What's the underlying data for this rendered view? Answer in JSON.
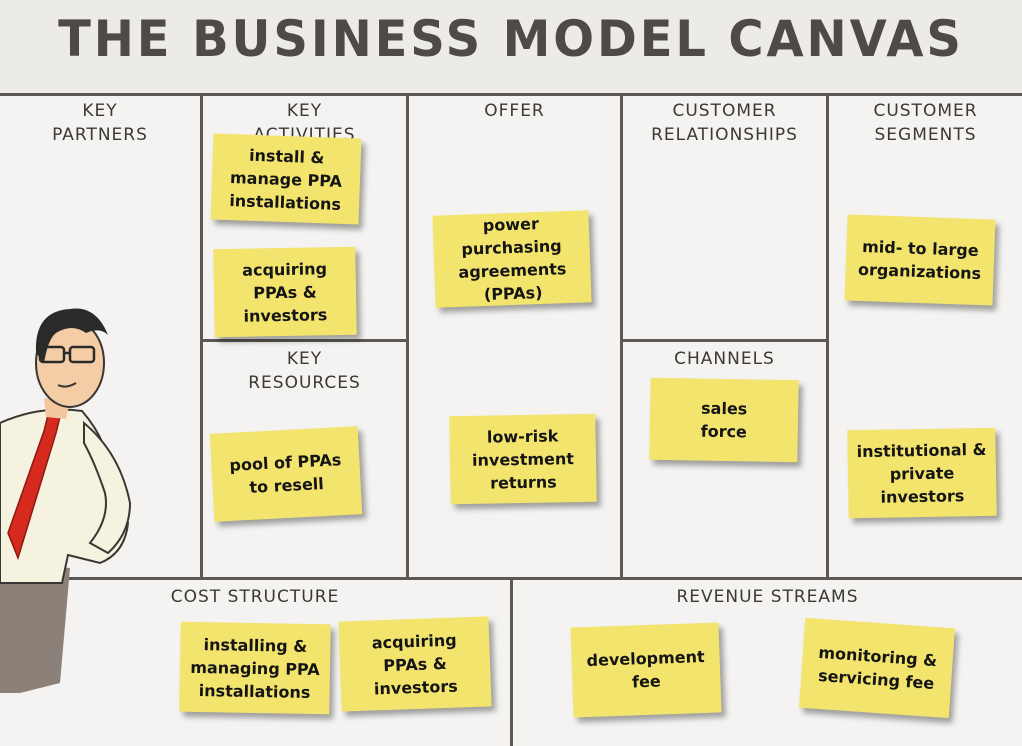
{
  "title": "THE BUSINESS MODEL CANVAS",
  "sections": {
    "key_partners": "KEY\nPARTNERS",
    "key_activities": "KEY\nACTIVITIES",
    "key_resources": "KEY\nRESOURCES",
    "offer": "OFFER",
    "customer_relationships": "CUSTOMER\nRELATIONSHIPS",
    "channels": "CHANNELS",
    "customer_segments": "CUSTOMER\nSEGMENTS",
    "cost_structure": "COST STRUCTURE",
    "revenue_streams": "REVENUE STREAMS"
  },
  "notes": {
    "activities_1": "install &\nmanage PPA\ninstallations",
    "activities_2": "acquiring\nPPAs &\ninvestors",
    "resources_1": "pool of PPAs\nto resell",
    "offer_1": "power purchasing\nagreements\n(PPAs)",
    "offer_2": "low-risk\ninvestment\nreturns",
    "channels_1": "sales\nforce",
    "segments_1": "mid- to large\norganizations",
    "segments_2": "institutional &\nprivate\ninvestors",
    "cost_1": "installing &\nmanaging PPA\ninstallations",
    "cost_2": "acquiring\nPPAs &\ninvestors",
    "revenue_1": "development\nfee",
    "revenue_2": "monitoring &\nservicing fee"
  },
  "colors": {
    "note": "#f3e46e",
    "line": "#5c5955",
    "title": "#4e4a45",
    "tie": "#d62a1e"
  }
}
